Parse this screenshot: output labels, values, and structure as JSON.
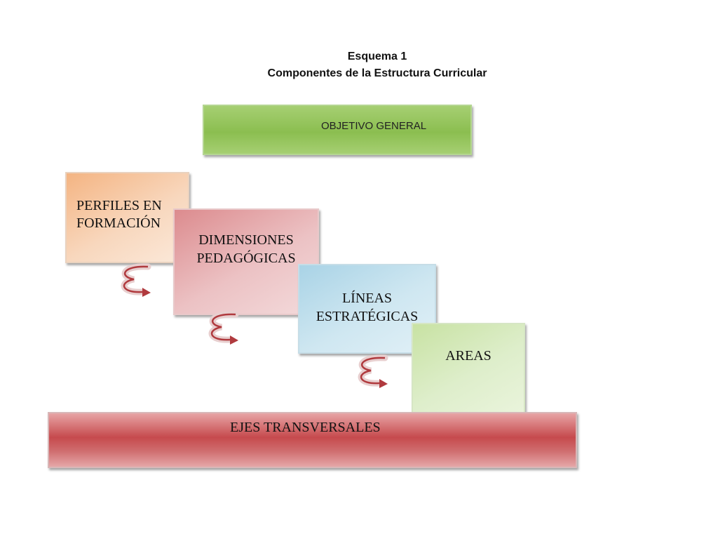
{
  "title_line1": "Esquema 1",
  "title_line2": "Componentes de la Estructura Curricular",
  "boxes": {
    "objetivo": "OBJETIVO GENERAL",
    "perfiles_l1": "PERFILES EN",
    "perfiles_l2": "FORMACIÓN",
    "dimensiones_l1": "DIMENSIONES",
    "dimensiones_l2": "PEDAGÓGICAS",
    "lineas_l1": "LÍNEAS",
    "lineas_l2": "ESTRATÉGICAS",
    "areas": "AREAS",
    "ejes": "EJES TRANSVERSALES"
  },
  "colors": {
    "objetivo": "#8bbe50",
    "perfiles": "#f4b482",
    "dimensiones": "#dc8b8e",
    "lineas": "#a9d3e6",
    "areas": "#c8e2a3",
    "ejes": "#c64a4d",
    "arrow": "#b03a3e"
  }
}
